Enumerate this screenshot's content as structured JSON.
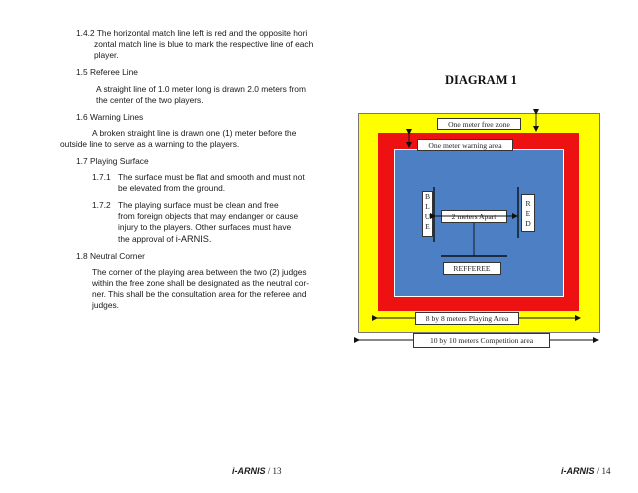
{
  "left": {
    "p142a": "1.4.2 The horizontal match line left is red  and the opposite hori",
    "p142b": "zontal  match line is blue to mark the respective line of each",
    "p142c": "player.",
    "h15": "1.5   Referee Line",
    "p15a": "A straight line of 1.0 meter long is drawn  2.0 meters from",
    "p15b": "the center of the two players.",
    "h16": "1.6   Warning Lines",
    "p16a": "A broken straight  line is drawn one (1) meter before the",
    "p16b": "outside line to serve as a warning to the players.",
    "h17": "1.7   Playing Surface",
    "n171": "1.7.1",
    "p171a": "The surface must be flat and smooth and  must not",
    "p171b": "be elevated from the ground.",
    "n172": "1.7.2",
    "p172a": "The  playing    surface  must  be  clean  and  free",
    "p172b": "from foreign objects that may endanger or  cause",
    "p172c": "injury to the  players.  Other  surfaces  must  have",
    "p172d": "the approval of",
    "p172e": "i-ARNIS.",
    "h18": "1.8   Neutral Corner",
    "p18a": "The corner of the playing area  between the two (2) judges",
    "p18b": "within the free zone shall be designated as the neutral cor-",
    "p18c": "ner. This shall be the consultation area for the referee and",
    "p18d": "judges.",
    "footer_brand": "i-ARNIS",
    "footer_sep": " / ",
    "footer_page": "13"
  },
  "right": {
    "diagram_title": "DIAGRAM 1",
    "free_zone": "One meter free zone",
    "warning_area": "One meter warning area",
    "blue_letters": [
      "B",
      "L",
      "U",
      "E"
    ],
    "red_letters": [
      "R",
      "E",
      "D"
    ],
    "apart": "2 meters  Apart",
    "referee": "REFFEREE",
    "playing_area": "8 by 8 meters Playing Area",
    "competition_area": "10 by 10 meters  Competition area",
    "footer_brand": "i-ARNIS",
    "footer_sep": " / ",
    "footer_page": "14"
  },
  "colors": {
    "yellow": "#ffff00",
    "red": "#ee1111",
    "blue": "#4d7fc4"
  }
}
